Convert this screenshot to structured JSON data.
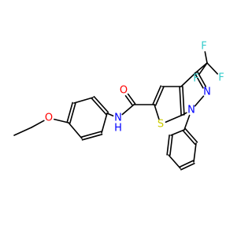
{
  "molecule": {
    "colors": {
      "bond": "#000000",
      "O": "#ff0000",
      "N": "#0000ff",
      "S": "#cccc00",
      "F": "#33cccc",
      "C": "#000000"
    },
    "atoms": [
      {
        "id": "O_ether",
        "label": "O",
        "element": "O"
      },
      {
        "id": "O_carbonyl",
        "label": "O",
        "element": "O"
      },
      {
        "id": "NH_amide",
        "label": "N",
        "hlabel": "H",
        "element": "N"
      },
      {
        "id": "S_thiophene",
        "label": "S",
        "element": "S"
      },
      {
        "id": "N1_pyrazole",
        "label": "N",
        "element": "N"
      },
      {
        "id": "N2_pyrazole",
        "label": "N",
        "element": "N"
      },
      {
        "id": "F1",
        "label": "F",
        "element": "F"
      },
      {
        "id": "F2",
        "label": "F",
        "element": "F"
      },
      {
        "id": "F3",
        "label": "F",
        "element": "F"
      }
    ]
  }
}
